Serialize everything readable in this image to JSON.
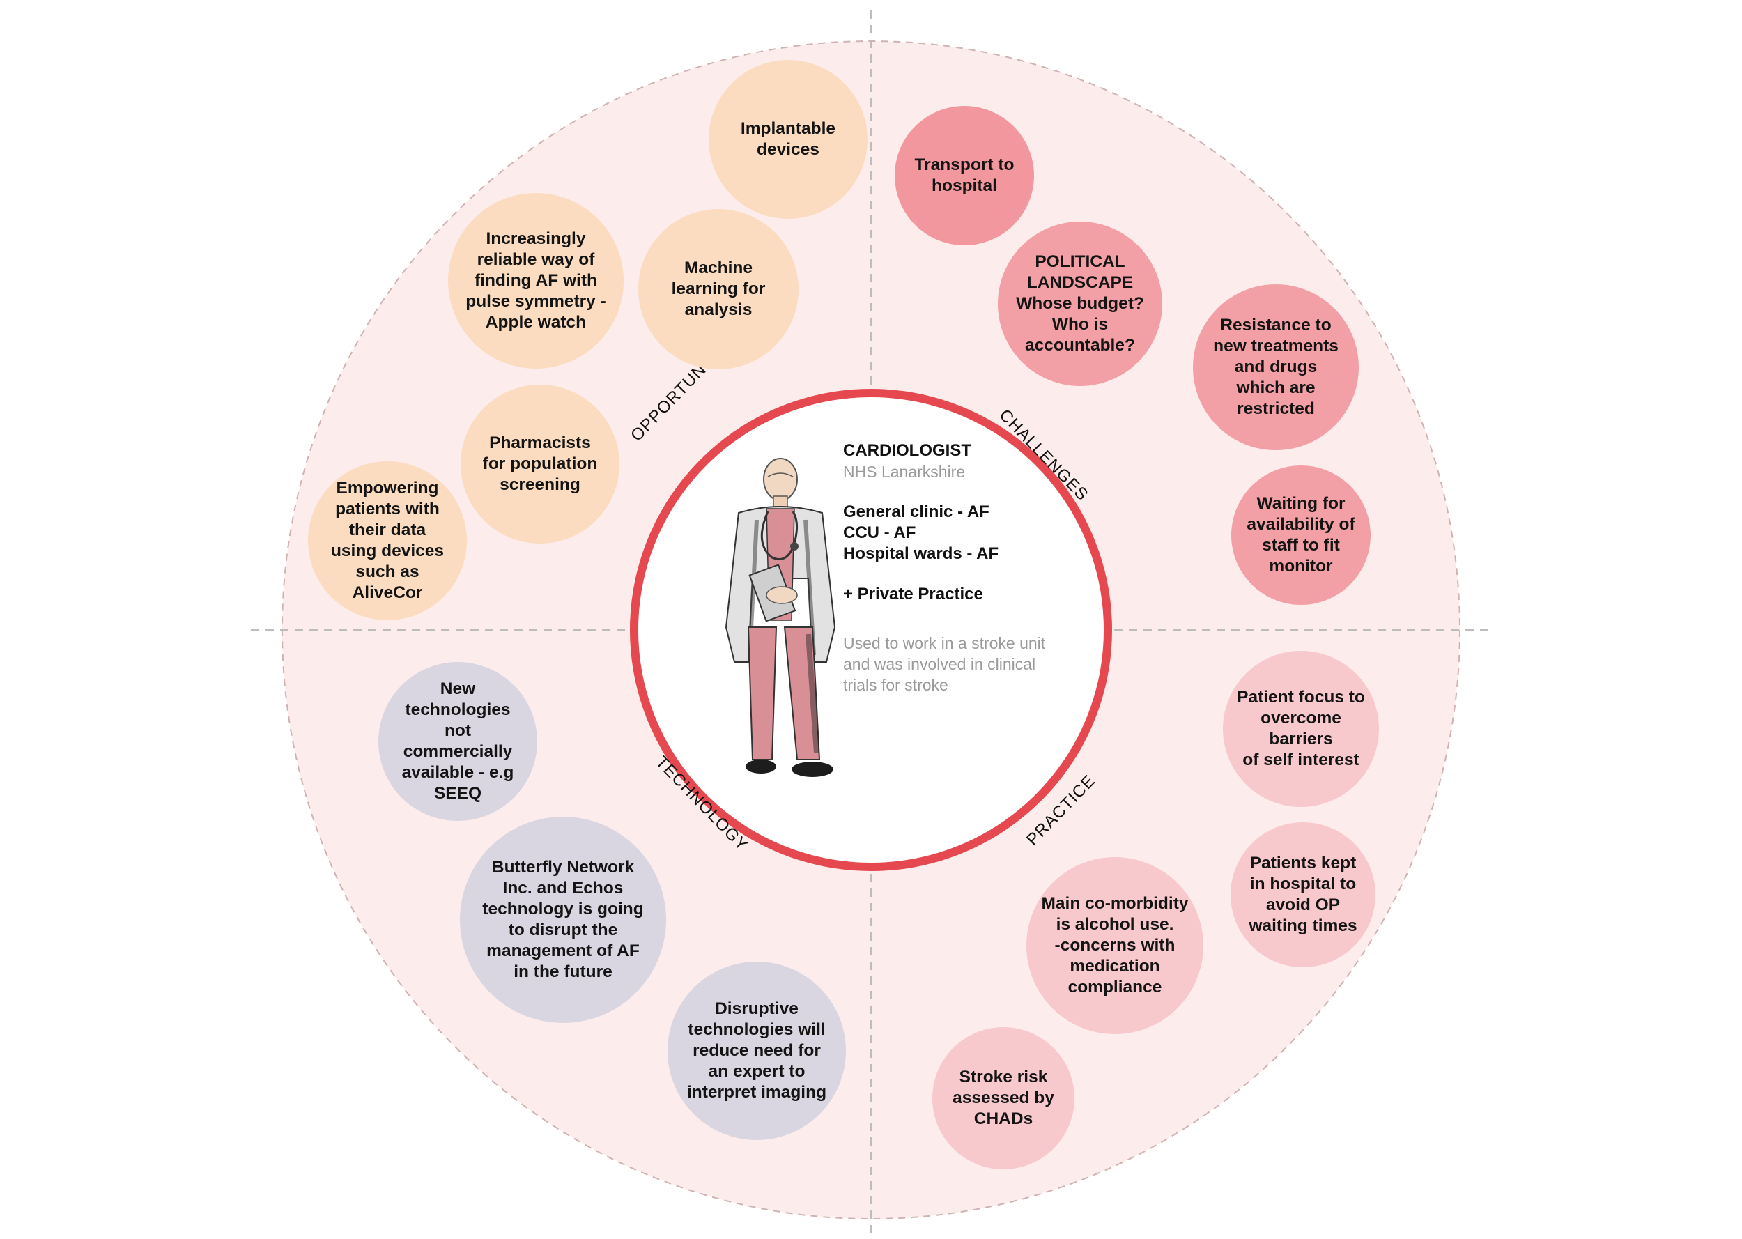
{
  "quadrant_labels": {
    "opportunities": "OPPORTUNITIES",
    "challenges": "CHALLENGES",
    "technology": "TECHNOLOGY",
    "practice": "PRACTICE"
  },
  "profile": {
    "role": "CARDIOLOGIST",
    "organisation": "NHS Lanarkshire",
    "duties": [
      "General clinic - AF",
      "CCU - AF",
      "Hospital wards - AF"
    ],
    "private_practice": "+ Private Practice",
    "background_lines": [
      "Used to work in a stroke unit",
      "and was involved in clinical",
      "trials for stroke"
    ]
  },
  "opportunities": [
    {
      "id": "implantable",
      "lines": [
        "Implantable",
        "devices"
      ]
    },
    {
      "id": "apple-watch",
      "lines": [
        "Increasingly",
        "reliable way of",
        "finding AF with",
        "pulse symmetry -",
        "Apple watch"
      ]
    },
    {
      "id": "machine-learning",
      "lines": [
        "Machine",
        "learning for",
        "analysis"
      ]
    },
    {
      "id": "pharmacists",
      "lines": [
        "Pharmacists",
        "for population",
        "screening"
      ]
    },
    {
      "id": "empowering",
      "lines": [
        "Empowering",
        "patients with",
        "their data",
        "using devices",
        "such as",
        "AliveCor"
      ]
    }
  ],
  "challenges": [
    {
      "id": "transport",
      "lines": [
        "Transport to",
        "hospital"
      ]
    },
    {
      "id": "political",
      "lines": [
        "POLITICAL",
        "LANDSCAPE",
        "Whose budget?",
        "Who is",
        "accountable?"
      ]
    },
    {
      "id": "resistance",
      "lines": [
        "Resistance to",
        "new treatments",
        "and drugs",
        "which are",
        "restricted"
      ]
    },
    {
      "id": "waiting",
      "lines": [
        "Waiting for",
        "availability of",
        "staff to fit",
        "monitor"
      ]
    }
  ],
  "technology": [
    {
      "id": "new-tech",
      "lines": [
        "New technologies",
        "not commercially",
        "available - e.g",
        "SEEQ"
      ]
    },
    {
      "id": "butterfly",
      "lines": [
        "Butterfly Network",
        "Inc. and Echos",
        "technology is going",
        "to disrupt the",
        "management of AF",
        "in the future"
      ]
    },
    {
      "id": "disruptive",
      "lines": [
        "Disruptive",
        "technologies will",
        "reduce need for",
        "an expert to",
        "interpret imaging"
      ]
    }
  ],
  "practice": [
    {
      "id": "patient-focus",
      "lines": [
        "Patient focus to",
        "overcome barriers",
        "of self interest"
      ]
    },
    {
      "id": "kept-in-hospital",
      "lines": [
        "Patients kept",
        "in hospital to",
        "avoid OP",
        "waiting times"
      ]
    },
    {
      "id": "comorbidity",
      "lines": [
        "Main co-morbidity",
        "is alcohol use.",
        "-concerns with",
        "medication",
        "compliance"
      ]
    },
    {
      "id": "stroke-risk",
      "lines": [
        "Stroke risk",
        "assessed by",
        "CHADs"
      ]
    }
  ],
  "colors": {
    "outer_disc": "#fdecec",
    "inner_ring": "#e5484f",
    "opportunities_bubble": "#fbdcc0",
    "challenges_bubble": "#f3979e",
    "technology_bubble": "#d9d6e2",
    "practice_bubble": "#f7c8cc",
    "muted_text": "#9a9a9a"
  },
  "icons": {
    "center_figure": "doctor-illustration"
  }
}
